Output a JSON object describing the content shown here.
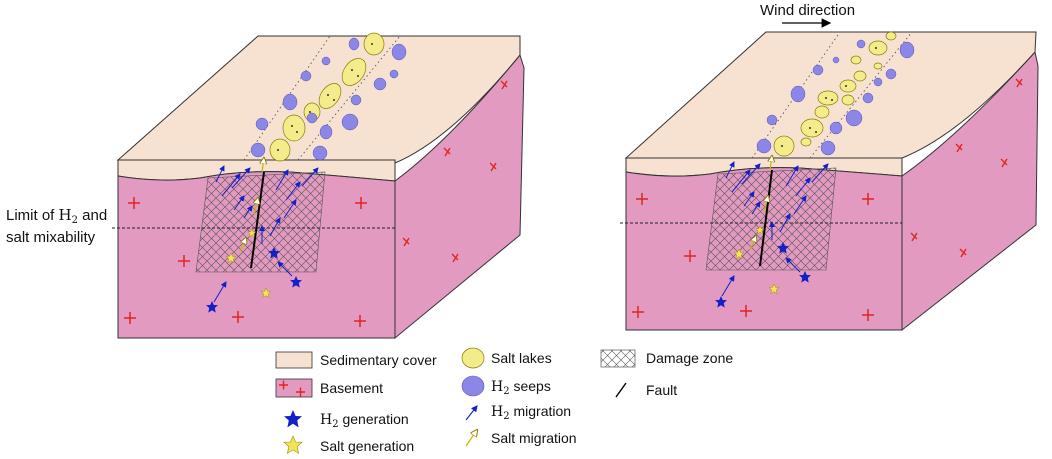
{
  "annotations": {
    "wind_direction": "Wind direction",
    "limit_line1_prefix": "Limit of ",
    "limit_line1_h": "H",
    "limit_line1_sub": "2",
    "limit_line1_suffix": " and",
    "limit_line2": "salt mixability"
  },
  "legend": {
    "sedimentary_cover": "Sedimentary cover",
    "basement": "Basement",
    "h2_generation": {
      "prefix": "H",
      "sub": "2",
      "suffix": " generation"
    },
    "salt_generation": "Salt generation",
    "salt_lakes": "Salt lakes",
    "h2_seeps": {
      "prefix": "H",
      "sub": "2",
      "suffix": " seeps"
    },
    "h2_migration": {
      "prefix": "H",
      "sub": "2",
      "suffix": " migration"
    },
    "salt_migration": "Salt migration",
    "damage_zone": "Damage zone",
    "fault": "Fault"
  },
  "colors": {
    "sedimentary": "#f7e2d1",
    "basement": "#e39ac0",
    "basement_cross": "#e0261f",
    "salt": "#f4ec8a",
    "h2_seep": "#8c86e6",
    "h2_arrow": "#1320c8",
    "salt_arrow": "#c9b800"
  },
  "icons": [
    "plus-cross-icon",
    "x-cross-icon",
    "star-icon",
    "ellipse-icon",
    "arrow-icon",
    "hatch-icon",
    "fault-line-icon"
  ]
}
